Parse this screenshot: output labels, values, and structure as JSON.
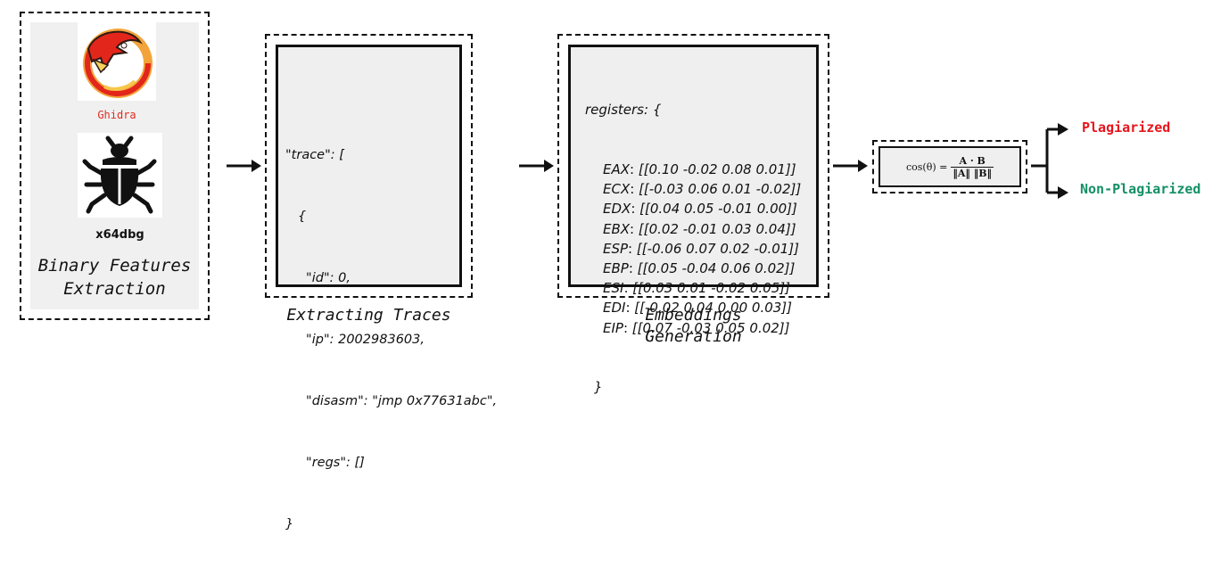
{
  "panel1": {
    "tools": [
      {
        "name": "Ghidra",
        "icon": "dragon-icon",
        "color": "#e02b20"
      },
      {
        "name": "x64dbg",
        "icon": "bug-icon",
        "color": "#111111"
      }
    ],
    "caption_line1": "Binary Features",
    "caption_line2": "Extraction"
  },
  "panel2": {
    "lines": [
      "\"trace\": [",
      "   {",
      "     \"id\": 0,",
      "     \"ip\": 2002983603,",
      "     \"disasm\": \"jmp 0x77631abc\",",
      "     \"regs\": []",
      "}"
    ],
    "caption": "Extracting Traces"
  },
  "panel3": {
    "header": "registers: {",
    "registers": [
      {
        "name": "EAX",
        "value": "[[0.10 -0.02 0.08 0.01]]"
      },
      {
        "name": "ECX",
        "value": "[[-0.03 0.06 0.01 -0.02]]"
      },
      {
        "name": "EDX",
        "value": "[[0.04 0.05 -0.01 0.00]]"
      },
      {
        "name": "EBX",
        "value": "[[0.02 -0.01 0.03 0.04]]"
      },
      {
        "name": "ESP",
        "value": "[[-0.06 0.07 0.02 -0.01]]"
      },
      {
        "name": "EBP",
        "value": "[[0.05 -0.04 0.06 0.02]]"
      },
      {
        "name": "ESI",
        "value": "[[0.03 0.01 -0.02 0.05]]"
      },
      {
        "name": "EDI",
        "value": "[[-0.02 0.04 0.00 0.03]]"
      },
      {
        "name": "EIP",
        "value": "[[0.07 -0.03 0.05 0.02]]"
      }
    ],
    "footer": "}",
    "caption_line1": "Embeddings",
    "caption_line2": "Generation"
  },
  "similarity": {
    "lhs": "cos(θ) =",
    "numerator": "A · B",
    "denominator": "‖A‖ ‖B‖"
  },
  "outcomes": {
    "plagiarized": "Plagiarized",
    "plagiarized_color": "#e8141c",
    "non_plagiarized": "Non-Plagiarized",
    "non_plagiarized_color": "#149066"
  }
}
